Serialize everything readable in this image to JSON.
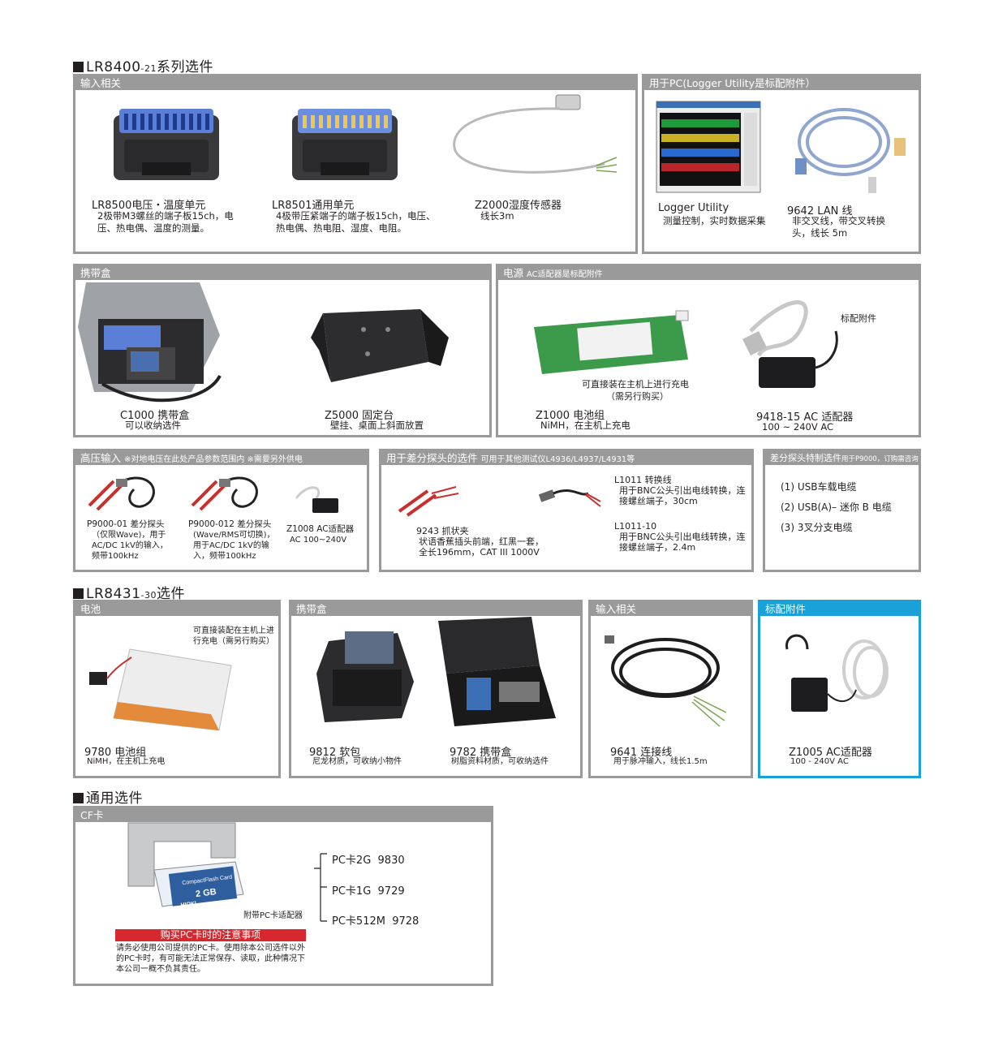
{
  "sections": {
    "lr8400": {
      "main": "LR8400",
      "sub": "-21",
      "rest": "系列选件"
    },
    "lr8431": {
      "main": "LR8431",
      "sub": "-30",
      "rest": "选件"
    },
    "common": {
      "title": "通用选件"
    }
  },
  "panels": {
    "input": {
      "header": "输入相关",
      "items": [
        {
          "name": "LR8500电压・温度单元",
          "desc": "2极带M3螺丝的端子板15ch，电压、热电偶、温度的测量。"
        },
        {
          "name": "LR8501通用单元",
          "desc": "4极带压紧端子的端子板15ch，电压、热电偶、热电阻、湿度、电阻。"
        },
        {
          "name": "Z2000湿度传感器",
          "desc": "线长3m"
        }
      ]
    },
    "pc": {
      "header": "用于PC(Logger Utility是标配附件）",
      "items": [
        {
          "name": "Logger Utility",
          "desc": "测量控制，实时数据采集"
        },
        {
          "name": "9642 LAN 线",
          "desc": "非交叉线，带交叉转换头，线长 5m"
        }
      ]
    },
    "case": {
      "header": "携带盒",
      "items": [
        {
          "name": "C1000 携带盒",
          "desc": "可以收纳选件"
        },
        {
          "name": "Z5000 固定台",
          "desc": "壁挂、桌面上斜面放置"
        }
      ]
    },
    "power": {
      "header": "电源",
      "header_note": "AC适配器是标配附件",
      "note1": "可直接装在主机上进行充电",
      "note2": "（需另行购买）",
      "std_note": "标配附件",
      "items": [
        {
          "name": "Z1000 电池组",
          "desc": "NiMH，在主机上充电"
        },
        {
          "name": "9418-15 AC 适配器",
          "desc": "100 ~ 240V AC"
        }
      ]
    },
    "hv": {
      "header": "高压输入",
      "header_note": "※对地电压在此处产品参数范围内 ※需要另外供电",
      "items": [
        {
          "name": "P9000-01 差分探头",
          "desc": "（仅限Wave)，用于AC/DC 1kV的输入，频带100kHz"
        },
        {
          "name": "P9000-012 差分探头",
          "desc": "(Wave/RMS可切换)，用于AC/DC 1kV的输入，频带100kHz"
        },
        {
          "name": "Z1008 AC适配器",
          "desc": "AC 100~240V"
        }
      ]
    },
    "diff": {
      "header": "用于差分探头的选件",
      "header_note": "可用于其他测试仪L4936/L4937/L4931等",
      "items": [
        {
          "name": "L1011 转换线",
          "desc": "用于BNC公头引出电线转换，连接螺丝端子，30cm"
        },
        {
          "name": "L1011-10",
          "desc": "用于BNC公头引出电线转换，连接螺丝端子，2.4m"
        },
        {
          "name": "9243 抓状夹",
          "desc": "状语香蕉插头前端，红黑一套，全长196mm，CAT III 1000V"
        }
      ]
    },
    "special": {
      "header": "差分探头特制选件",
      "header_note": "用于P9000，订购需咨询",
      "items": [
        "(1) USB车载电缆",
        "(2) USB(A)– 迷你 B 电缆",
        "(3) 3叉分支电缆"
      ]
    },
    "battery": {
      "header": "电池",
      "note": "可直接装配在主机上进行充电（需另行购买）",
      "name": "9780 电池组",
      "desc": "NiMH，在主机上充电"
    },
    "case2": {
      "header": "携带盒",
      "items": [
        {
          "name": "9812 软包",
          "desc": "尼龙材质，可收纳小物件"
        },
        {
          "name": "9782 携带盒",
          "desc": "树脂资料材质，可收纳选件"
        }
      ]
    },
    "input2": {
      "header": "输入相关",
      "name": "9641 连接线",
      "desc": "用于脉冲输入，线长1.5m"
    },
    "std": {
      "header": "标配附件",
      "name": "Z1005 AC适配器",
      "desc": "100 - 240V AC"
    },
    "cf": {
      "header": "CF卡",
      "card_brand": "CompactFlash Card",
      "card_size": "2 GB",
      "card_maker": "HIOKI",
      "adapter_note": "附带PC卡适配器",
      "items": [
        "PC卡2G  9830",
        "PC卡1G  9729",
        "PC卡512M  9728"
      ],
      "warn_title": "购买PC卡时的注意事项",
      "warn_text": "请务必使用公司提供的PC卡。使用除本公司选件以外的PC卡时，有可能无法正常保存、读取，此种情况下本公司一概不负其责任。"
    }
  },
  "colors": {
    "panel_gray": "#9a9a9a",
    "accent_blue": "#1aa2d8",
    "warn_red": "#d7282f"
  }
}
